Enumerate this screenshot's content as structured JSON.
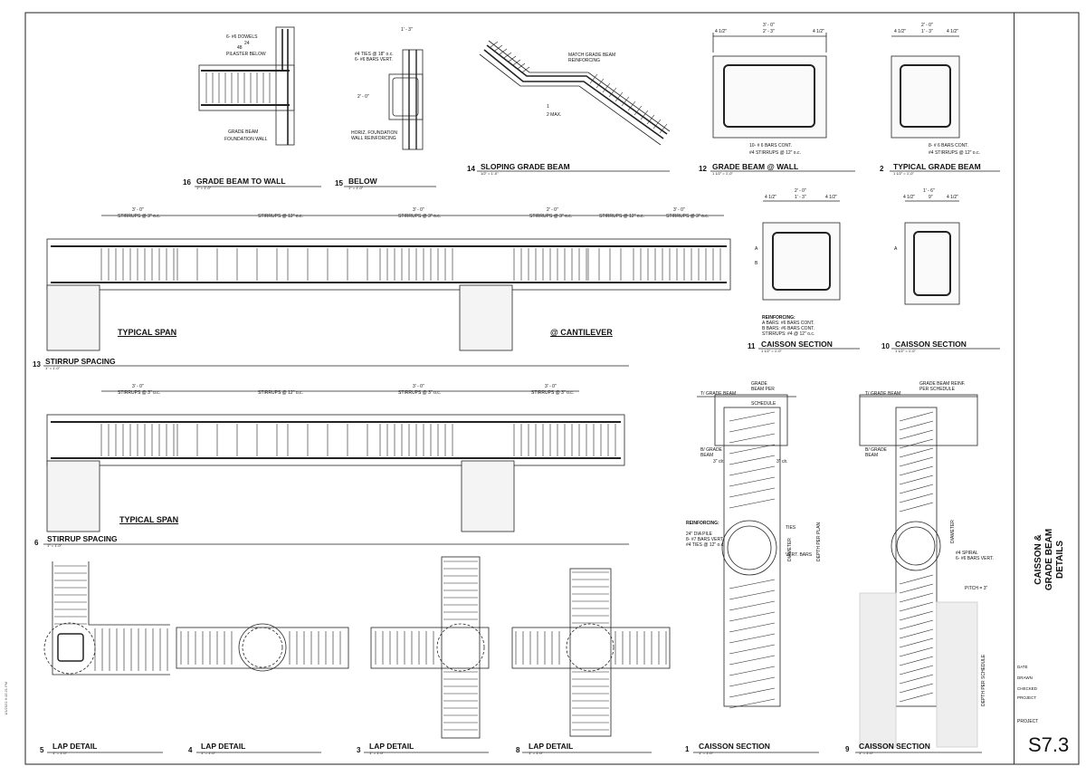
{
  "sheet": {
    "title": "CAISSON & GRADE BEAM DETAILS",
    "title_lines": [
      "CAISSON &",
      "GRADE BEAM",
      "DETAILS"
    ],
    "number": "S7.3",
    "project_label": "PROJECT",
    "fields": [
      "DATE",
      "DRAWN",
      "CHECKED",
      "PROJECT"
    ],
    "side_stamp": "1/1/2021 6:15:21 PM"
  },
  "details": {
    "d16": {
      "num": "16",
      "title": "GRADE BEAM TO WALL",
      "scale": "1\" = 1'-0\"",
      "notes": [
        "6- #6 DOWELS",
        "24",
        "48",
        "PILASTER BELOW",
        "GRADE BEAM",
        "FOUNDATION WALL"
      ]
    },
    "d15": {
      "num": "15",
      "title": "BELOW",
      "scale": "1\" = 1'-0\"",
      "notes": [
        "1' - 3\"",
        "#4 TIES @ 18\" o.c.",
        "6- #6 BARS VERT.",
        "2' - 0\"",
        "HORIZ. FOUNDATION",
        "WALL REINFORCING"
      ]
    },
    "d14": {
      "num": "14",
      "title": "SLOPING GRADE BEAM",
      "scale": "1/2\" = 1'-0\"",
      "notes": [
        "MATCH GRADE BEAM",
        "REINFORCING",
        "1",
        "2 MAX."
      ]
    },
    "d12": {
      "num": "12",
      "title": "GRADE BEAM @ WALL",
      "scale": "1 1/2\" = 1'-0\"",
      "notes": [
        "3' - 0\"",
        "4 1/2\"",
        "2' - 3\"",
        "4 1/2\"",
        "10- # 6 BARS CONT.",
        "#4 STIRRUPS @ 12\" o.c."
      ]
    },
    "d2": {
      "num": "2",
      "title": "TYPICAL GRADE BEAM",
      "scale": "1 1/2\" = 1'-0\"",
      "notes": [
        "2' - 0\"",
        "4 1/2\"",
        "1' - 3\"",
        "4 1/2\"",
        "8- # 6 BARS CONT.",
        "#4 STIRRUPS @ 12\" o.c."
      ]
    },
    "d11": {
      "num": "11",
      "title": "CAISSON SECTION",
      "scale": "1 1/2\" = 1'-0\"",
      "notes": [
        "2' - 0\"",
        "4 1/2\"",
        "1' - 3\"",
        "4 1/2\"",
        "A",
        "B",
        "REINFORCING:",
        "A BARS: #6 BARS CONT.",
        "B BARS: #6 BARS CONT.",
        "STIRRUPS: #4 @ 12\" o.c."
      ]
    },
    "d10": {
      "num": "10",
      "title": "CAISSON SECTION",
      "scale": "1 1/2\" = 1'-0\"",
      "notes": [
        "1' - 6\"",
        "4 1/2\"",
        "9\"",
        "4 1/2\"",
        "A"
      ]
    },
    "d13": {
      "num": "13",
      "title": "STIRRUP SPACING",
      "scale": "1\" = 1'-0\"",
      "spans": [
        "3' - 0\"",
        "3' - 0\"",
        "2' - 0\"",
        "3' - 0\""
      ],
      "stirrups": [
        "STIRRUPS @ 3\" o.c.",
        "STIRRUPS @ 12\" o.c.",
        "STIRRUPS @ 3\" o.c.",
        "STIRRUPS @ 3\" o.c.",
        "STIRRUPS @ 12\" o.c.",
        "STIRRUPS @ 3\" o.c."
      ],
      "label_a": "TYPICAL SPAN",
      "label_b": "@ CANTILEVER"
    },
    "d6": {
      "num": "6",
      "title": "STIRRUP SPACING",
      "scale": "1\" = 1'-0\"",
      "spans": [
        "3' - 0\"",
        "3' - 0\"",
        "3' - 0\""
      ],
      "stirrups": [
        "STIRRUPS @ 3\" o.c.",
        "STIRRUPS @ 12\" o.c.",
        "STIRRUPS @ 3\" o.c.",
        "STIRRUPS @ 3\" o.c."
      ],
      "label_a": "TYPICAL SPAN"
    },
    "d5": {
      "num": "5",
      "title": "LAP DETAIL",
      "scale": "1\" = 1'-0\""
    },
    "d4": {
      "num": "4",
      "title": "LAP DETAIL",
      "scale": "1\" = 1'-0\""
    },
    "d3": {
      "num": "3",
      "title": "LAP DETAIL",
      "scale": "1\" = 1'-0\""
    },
    "d8": {
      "num": "8",
      "title": "LAP DETAIL",
      "scale": "1\" = 1'-0\""
    },
    "d1": {
      "num": "1",
      "title": "CAISSON SECTION",
      "scale": "1\" = 1'-0\"",
      "notes": [
        "T/ GRADE BEAM",
        "GRADE",
        "BEAM PER",
        "SCHEDULE",
        "B/ GRADE",
        "BEAM",
        "3\" clr.",
        "3\" clr.",
        "REINFORCING:",
        "24\" DIA PILE",
        "8- #7 BARS VERT.",
        "#4 TIES @ 12\" o.c.",
        "TIES",
        "VERT. BARS",
        "DIAMETER",
        "DEPTH PER PLAN"
      ]
    },
    "d9": {
      "num": "9",
      "title": "CAISSON SECTION",
      "scale": "1\" = 1'-0\"",
      "notes": [
        "T/ GRADE BEAM",
        "GRADE BEAM REINF.",
        "PER SCHEDULE",
        "B/ GRADE",
        "BEAM",
        "#4 SPIRAL",
        "6- #6 BARS VERT.",
        "PITCH = 3\"",
        "DIAMETER",
        "DEPTH PER SCHEDULE"
      ]
    }
  }
}
